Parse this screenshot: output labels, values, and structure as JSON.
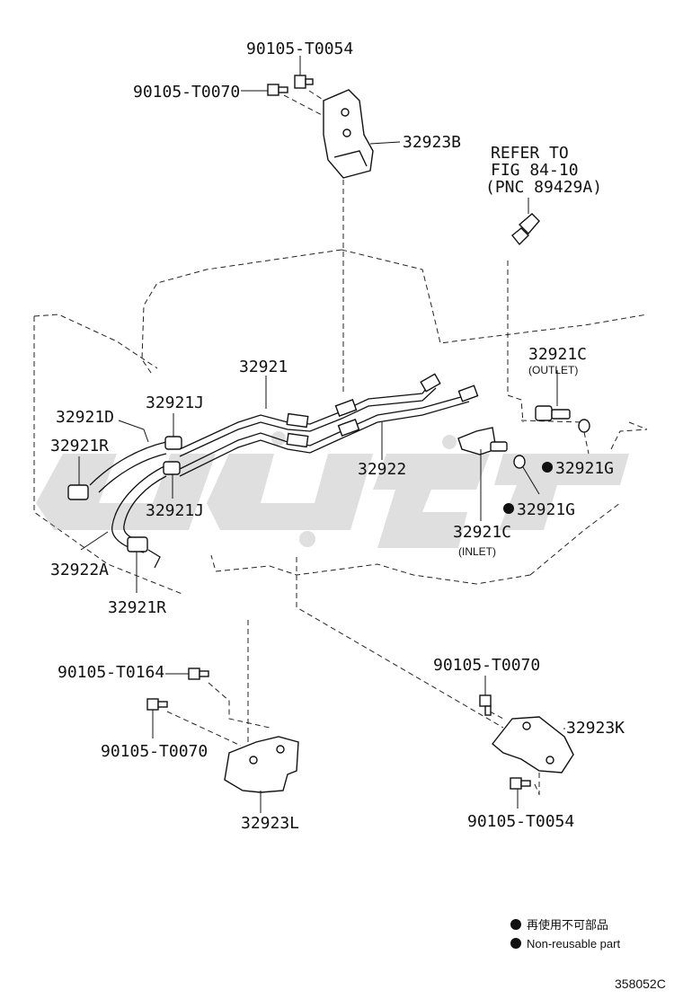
{
  "diagram": {
    "labels": {
      "bolt_top_1": "90105-T0054",
      "bolt_top_2": "90105-T0070",
      "bracket_top": "32923B",
      "refer_line1": "REFER TO",
      "refer_line2": "FIG 84-10",
      "refer_line3": "(PNC 89429A)",
      "tube_main": "32921",
      "outlet_part": "32921C",
      "outlet_note": "(OUTLET)",
      "hose_d": "32921D",
      "clamp_j_top": "32921J",
      "clamp_r_left": "32921R",
      "tube_32922": "32922",
      "gasket_g1": "32921G",
      "gasket_g2": "32921G",
      "clamp_j_bottom": "32921J",
      "inlet_part": "32921C",
      "inlet_note": "(INLET)",
      "hose_a": "32922A",
      "clamp_r_bottom": "32921R",
      "bolt_left_1": "90105-T0164",
      "bolt_left_2": "90105-T0070",
      "bracket_left": "32923L",
      "bolt_right_1": "90105-T0070",
      "bracket_right": "32923K",
      "bolt_right_2": "90105-T0054"
    },
    "legend": {
      "line1": "再使用不可部品",
      "line2": "Non-reusable part"
    },
    "illustration_code": "358052C"
  }
}
